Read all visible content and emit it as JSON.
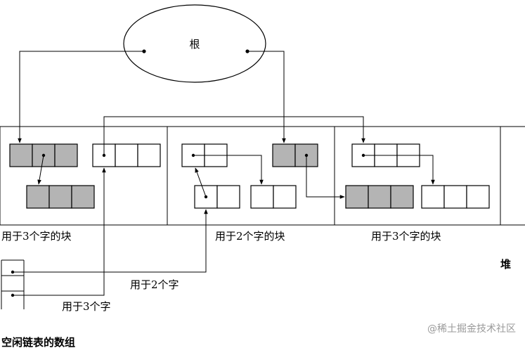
{
  "root_label": "根",
  "heap_label": "堆",
  "free_list_label": "空闲链表的数组",
  "region_labels": [
    "用于3个字的块",
    "用于2个字的块",
    "用于3个字的块"
  ],
  "list_labels": [
    "用于2个字",
    "用于3个字"
  ],
  "watermark": "@稀土掘金技术社区",
  "colors": {
    "gray_cell": "#b4b4b4",
    "white_cell": "#ffffff",
    "line": "#000000",
    "watermark": "#9a9a9a"
  }
}
